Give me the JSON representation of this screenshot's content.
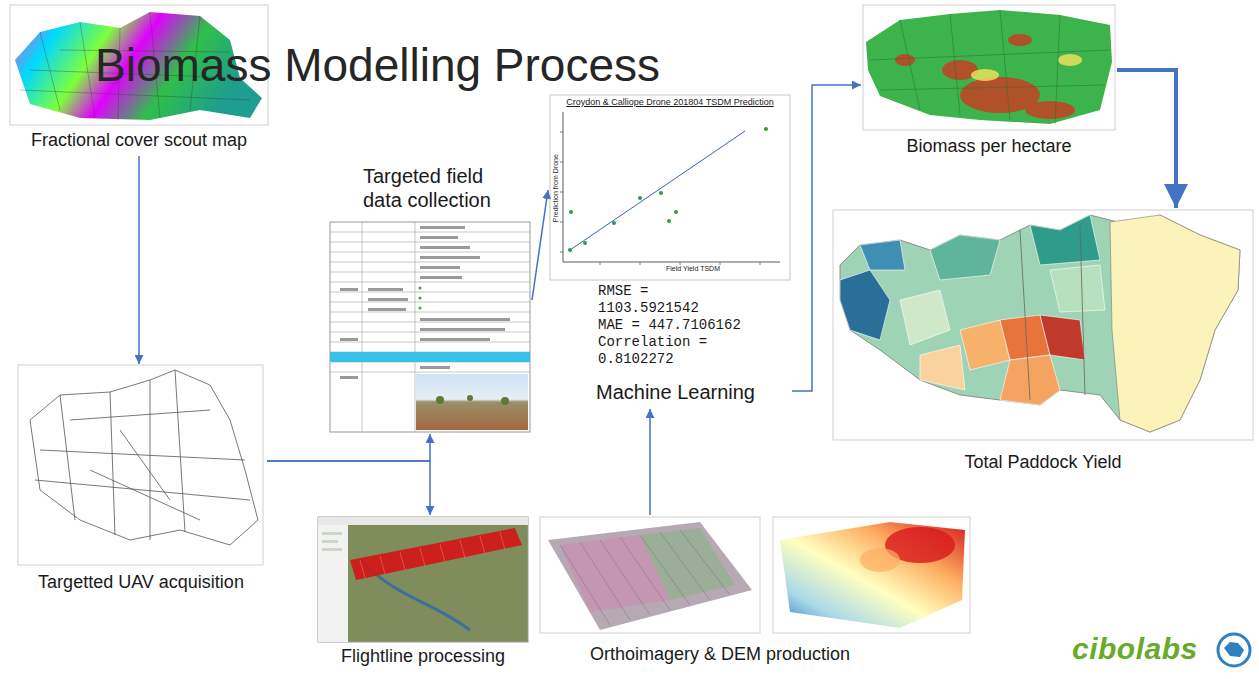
{
  "diagram": {
    "title": "Biomass Modelling Process",
    "nodes": [
      {
        "text": [
          "Fractional cover scout map"
        ]
      },
      {
        "text": [
          "Targetted UAV acquisition"
        ]
      },
      {
        "text": [
          "Targeted field data collection"
        ]
      },
      {
        "text": [
          "Flightline processing"
        ]
      },
      {
        "text": [
          "Orthoimagery & DEM production"
        ]
      },
      {
        "text": [
          "Croydon & Calliope Drone 201804 TSDM Prediction",
          "Field Yield TSDM",
          "Prediction from Drone",
          "RMSE = 1103.5921542",
          "MAE = 447.7106162",
          "Correlation = 0.8102272",
          "Machine Learning"
        ]
      },
      {
        "text": [
          "Biomass per hectare"
        ]
      },
      {
        "text": [
          "Total Paddock Yield"
        ]
      }
    ],
    "edges": [
      {
        "from": 0,
        "to": 1,
        "arrow": "to"
      },
      {
        "from": 1,
        "to": 2,
        "arrow": "to"
      },
      {
        "from": 1,
        "to": 3,
        "arrow": "to"
      },
      {
        "from": 2,
        "to": 5,
        "arrow": "to"
      },
      {
        "from": 4,
        "to": 5,
        "arrow": "to"
      },
      {
        "from": 5,
        "to": 6,
        "arrow": "to"
      },
      {
        "from": 6,
        "to": 7,
        "arrow": "to"
      }
    ],
    "labels": [
      "cibolabs"
    ]
  }
}
